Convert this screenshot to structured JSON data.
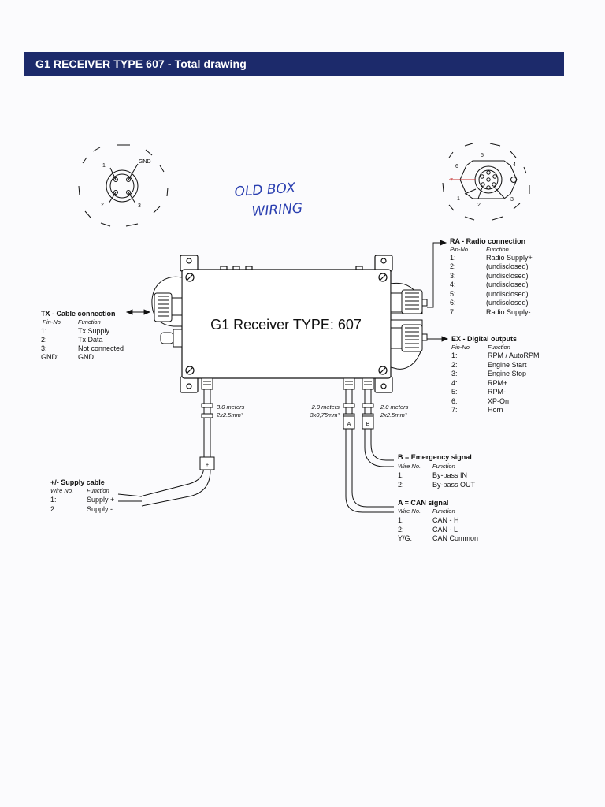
{
  "page_title": "G1 RECEIVER TYPE 607 - Total drawing",
  "device_label": "G1 Receiver TYPE: 607",
  "handwritten_note": [
    "OLD BOX",
    "WIRING"
  ],
  "colors": {
    "banner": "#1c2a6b",
    "ink": "#111111",
    "note_ink": "#2a3fb0"
  },
  "connector_left": {
    "pins": [
      "1",
      "2",
      "3",
      "GND"
    ]
  },
  "connector_right": {
    "pins": [
      "1",
      "2",
      "3",
      "4",
      "5",
      "6",
      "7"
    ]
  },
  "tx": {
    "title": "TX - Cable connection",
    "col1": "Pin-No.",
    "col2": "Function",
    "rows": [
      {
        "no": "1:",
        "fn": "Tx Supply"
      },
      {
        "no": "2:",
        "fn": "Tx Data"
      },
      {
        "no": "3:",
        "fn": "Not connected"
      },
      {
        "no": "GND:",
        "fn": "GND"
      }
    ]
  },
  "ra": {
    "title": "RA - Radio connection",
    "col1": "Pin-No.",
    "col2": "Function",
    "rows": [
      {
        "no": "1:",
        "fn": "Radio Supply+"
      },
      {
        "no": "2:",
        "fn": "(undisclosed)"
      },
      {
        "no": "3:",
        "fn": "(undisclosed)"
      },
      {
        "no": "4:",
        "fn": "(undisclosed)"
      },
      {
        "no": "5:",
        "fn": "(undisclosed)"
      },
      {
        "no": "6:",
        "fn": "(undisclosed)"
      },
      {
        "no": "7:",
        "fn": "Radio Supply-"
      }
    ]
  },
  "ex": {
    "title": "EX - Digital outputs",
    "col1": "Pin-No.",
    "col2": "Function",
    "rows": [
      {
        "no": "1:",
        "fn": "RPM / AutoRPM"
      },
      {
        "no": "2:",
        "fn": "Engine Start"
      },
      {
        "no": "3:",
        "fn": "Engine Stop"
      },
      {
        "no": "4:",
        "fn": "RPM+"
      },
      {
        "no": "5:",
        "fn": "RPM-"
      },
      {
        "no": "6:",
        "fn": "XP-On"
      },
      {
        "no": "7:",
        "fn": "Horn"
      }
    ]
  },
  "supply": {
    "title": "+/- Supply cable",
    "col1": "Wire No.",
    "col2": "Function",
    "rows": [
      {
        "no": "1:",
        "fn": "Supply +"
      },
      {
        "no": "2:",
        "fn": "Supply -"
      }
    ]
  },
  "emergency": {
    "title": "B = Emergency signal",
    "col1": "Wire No.",
    "col2": "Function",
    "rows": [
      {
        "no": "1:",
        "fn": "By-pass IN"
      },
      {
        "no": "2:",
        "fn": "By-pass OUT"
      }
    ]
  },
  "can": {
    "title": "A = CAN signal",
    "col1": "Wire No.",
    "col2": "Function",
    "rows": [
      {
        "no": "1:",
        "fn": "CAN - H"
      },
      {
        "no": "2:",
        "fn": "CAN - L"
      },
      {
        "no": "Y/G:",
        "fn": "CAN Common"
      }
    ]
  },
  "cables": {
    "supply": {
      "length": "3.0 meters",
      "spec": "2x2.5mm²"
    },
    "can": {
      "length": "2.0 meters",
      "spec": "3x0,75mm²"
    },
    "emergency": {
      "length": "2.0 meters",
      "spec": "2x2.5mm²"
    }
  },
  "cable_tags": {
    "a": "A",
    "b": "B",
    "plus": "+"
  }
}
